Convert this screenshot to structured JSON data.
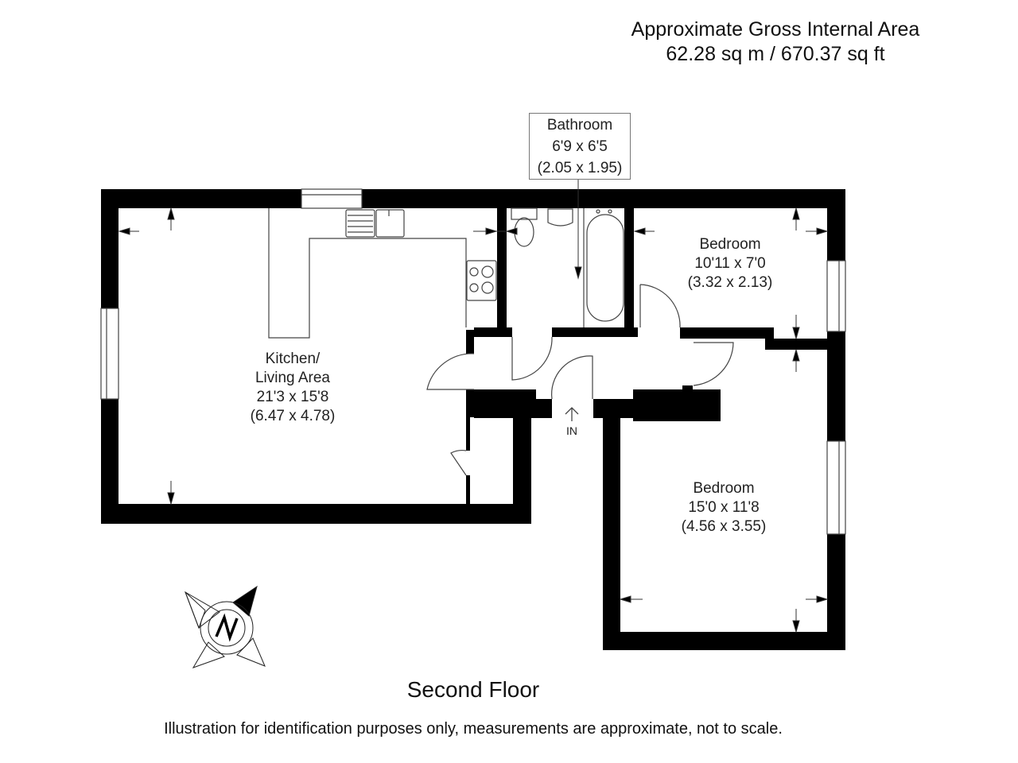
{
  "header": {
    "area_title": "Approximate Gross Internal Area",
    "area_value": "62.28 sq m / 670.37 sq ft"
  },
  "rooms": [
    {
      "name": "Kitchen/",
      "name2": "Living Area",
      "imperial": "21'3 x 15'8",
      "metric": "(6.47 x 4.78)"
    },
    {
      "name": "Bathroom",
      "imperial": "6'9 x 6'5",
      "metric": "(2.05 x 1.95)"
    },
    {
      "name": "Bedroom",
      "imperial": "10'11 x 7'0",
      "metric": "(3.32 x 2.13)"
    },
    {
      "name": "Bedroom",
      "imperial": "15'0 x 11'8",
      "metric": "(4.56 x 3.55)"
    }
  ],
  "entrance": {
    "label": "IN"
  },
  "compass": {
    "icon": "compass-north-icon",
    "letter": "N"
  },
  "footer": {
    "floor_name": "Second Floor",
    "disclaimer": "Illustration for identification purposes only, measurements are approximate, not to scale."
  },
  "colors": {
    "wall": "#000000",
    "line": "#444444",
    "background": "#ffffff"
  }
}
